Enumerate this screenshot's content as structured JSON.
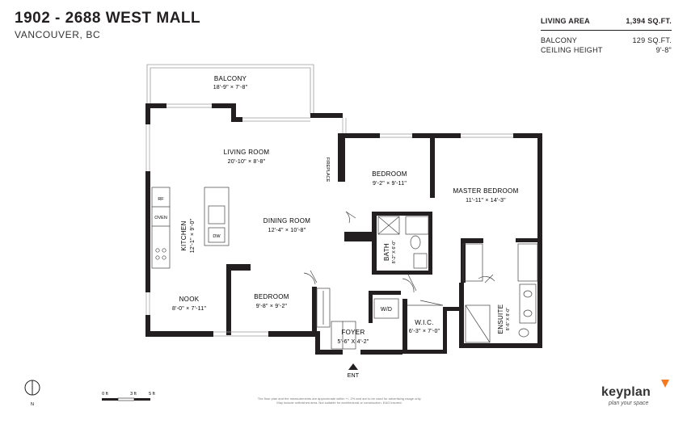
{
  "header": {
    "title": "1902 - 2688 WEST MALL",
    "subtitle": "VANCOUVER, BC"
  },
  "stats": [
    {
      "label": "LIVING AREA",
      "value": "1,394 SQ.FT."
    },
    {
      "label": "BALCONY",
      "value": "129 SQ.FT."
    },
    {
      "label": "CEILING HEIGHT",
      "value": "9'-8\""
    }
  ],
  "rooms": {
    "balcony": {
      "name": "BALCONY",
      "dim": "18'-9\"  ×  7'-8\""
    },
    "living_room": {
      "name": "LIVING ROOM",
      "dim": "20'-10\"  ×  8'-8\""
    },
    "dining_room": {
      "name": "DINING ROOM",
      "dim": "12'-4\"  ×  10'-8\""
    },
    "kitchen": {
      "name": "KITCHEN",
      "dim": "12'-1\" × 9'-0\""
    },
    "nook": {
      "name": "NOOK",
      "dim": "8'-0\"  ×  7'-11\""
    },
    "bedroom_1": {
      "name": "BEDROOM",
      "dim": "9'-2\"  ×  9'-11\""
    },
    "bedroom_2": {
      "name": "BEDROOM",
      "dim": "9'-8\"  ×  9'-2\""
    },
    "master_bedroom": {
      "name": "MASTER BEDROOM",
      "dim": "11'-11\"  ×  14'-3\""
    },
    "bath": {
      "name": "BATH",
      "dim": "8'-2\" X 6'-0\""
    },
    "ensuite": {
      "name": "ENSUITE",
      "dim": "8'-6\" X 8'-0\""
    },
    "wic": {
      "name": "W.I.C.",
      "dim": "6'-3\" × 7'-0\""
    },
    "foyer": {
      "name": "FOYER",
      "dim": "5'-6\" X 4'-2\""
    }
  },
  "fixtures": {
    "fireplace": "FIREPLACE",
    "refrigerator": "RF",
    "oven": "OVEN",
    "dishwasher": "DW",
    "washer_dryer": "W/D"
  },
  "entrance_label": "ENT",
  "compass_label": "N",
  "scale_labels": [
    "0 ft",
    "3 ft",
    "5 ft"
  ],
  "disclaimer": [
    "The floor plan and the measurements are approximate within +/- 2% and are to be used for advertising usage only.",
    "May include unfinished area. Not suitable for architectural or construction. E&O insured."
  ],
  "brand": {
    "name": "keyplan",
    "tagline": "plan your space",
    "accent": "#f47920"
  },
  "colors": {
    "wall": "#231f20",
    "thin_line": "#444444",
    "window": "#9a9a9a"
  }
}
